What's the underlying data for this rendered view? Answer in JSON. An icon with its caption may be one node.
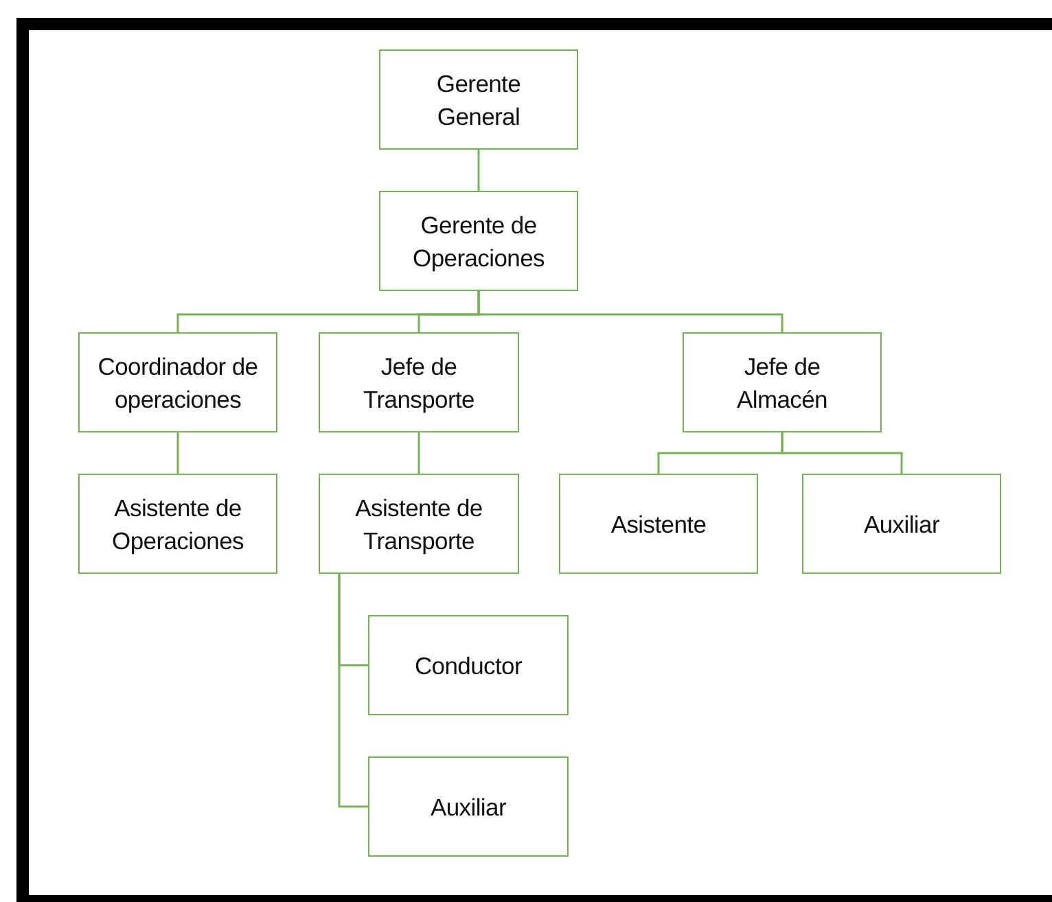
{
  "diagram": {
    "nodes": [
      {
        "text": [
          "Gerente General"
        ]
      },
      {
        "text": [
          "Gerente de Operaciones"
        ]
      },
      {
        "text": [
          "Coordinador de operaciones"
        ]
      },
      {
        "text": [
          "Jefe de Transporte"
        ]
      },
      {
        "text": [
          "Jefe de Almacén"
        ]
      },
      {
        "text": [
          "Asistente de Operaciones"
        ]
      },
      {
        "text": [
          "Asistente de Transporte"
        ]
      },
      {
        "text": [
          "Asistente"
        ]
      },
      {
        "text": [
          "Auxiliar"
        ]
      },
      {
        "text": [
          "Conductor"
        ]
      },
      {
        "text": [
          "Auxiliar"
        ]
      }
    ],
    "edges": [
      {
        "from": 0,
        "to": 1,
        "arrow": "none"
      },
      {
        "from": 1,
        "to": 2,
        "arrow": "none"
      },
      {
        "from": 1,
        "to": 3,
        "arrow": "none"
      },
      {
        "from": 1,
        "to": 4,
        "arrow": "none"
      },
      {
        "from": 2,
        "to": 5,
        "arrow": "none"
      },
      {
        "from": 3,
        "to": 6,
        "arrow": "none"
      },
      {
        "from": 4,
        "to": 7,
        "arrow": "none"
      },
      {
        "from": 4,
        "to": 8,
        "arrow": "none"
      },
      {
        "from": 6,
        "to": 9,
        "arrow": "none"
      },
      {
        "from": 6,
        "to": 10,
        "arrow": "none"
      }
    ]
  }
}
